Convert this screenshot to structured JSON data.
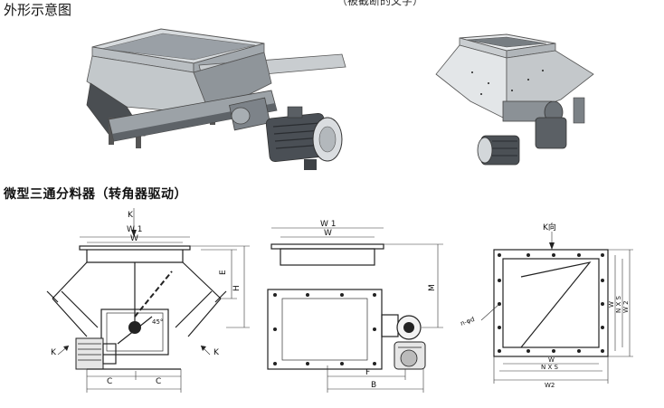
{
  "headings": {
    "overview": "外形示意图",
    "section": "微型三通分料器（转角器驱动）",
    "cut_top_text": "（被截断的文字）"
  },
  "labels": {
    "front": {
      "k_top": "K",
      "w1": "W 1",
      "w": "W",
      "e": "E",
      "h": "H",
      "k_left": "K",
      "k_right": "K",
      "c_left": "C",
      "c_right": "C",
      "angle_note": "45°"
    },
    "side": {
      "w1": "W 1",
      "w": "W",
      "m": "M",
      "f": "F",
      "b": "B"
    },
    "top": {
      "k_view": "K向",
      "w": "W",
      "nxs": "N X S",
      "w2": "W 2",
      "w_bottom": "W",
      "nxs_bottom": "N X S",
      "w2_bottom": "W2",
      "n_d": "n-φd"
    }
  },
  "colors": {
    "line": "#222222",
    "photo_dark": "#3a3d40",
    "photo_mid": "#8a9096",
    "photo_light": "#cfd4d8"
  }
}
